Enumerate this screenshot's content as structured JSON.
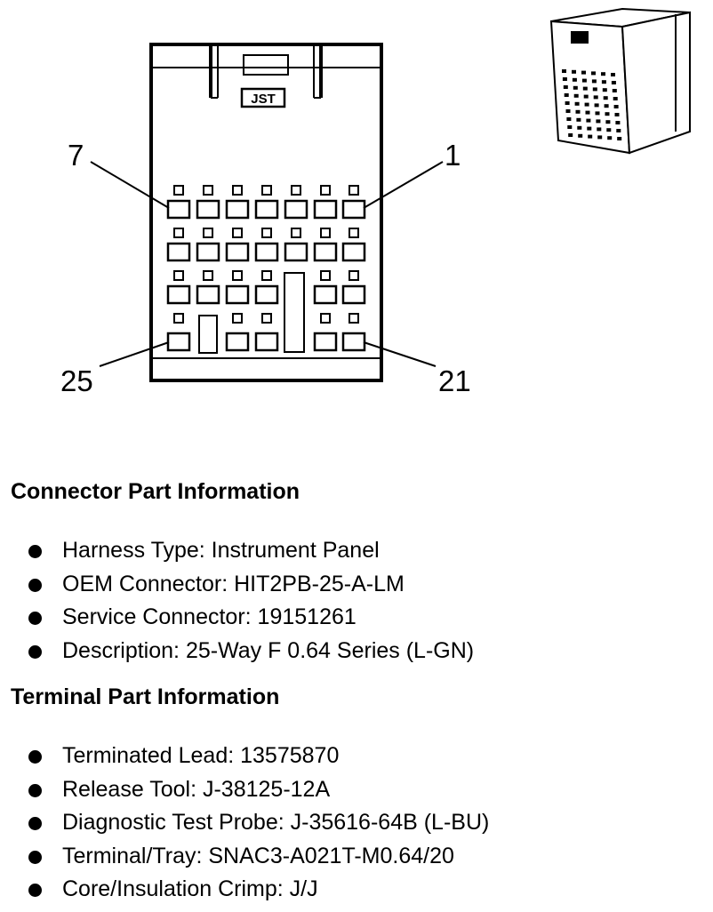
{
  "diagram": {
    "logo_text": "JST",
    "pin_labels": {
      "top_left": "7",
      "top_right": "1",
      "bottom_left": "25",
      "bottom_right": "21"
    }
  },
  "connector_section": {
    "title": "Connector Part Information",
    "items": [
      "Harness Type: Instrument Panel",
      "OEM Connector: HIT2PB-25-A-LM",
      "Service Connector: 19151261",
      "Description: 25-Way F 0.64 Series (L-GN)"
    ]
  },
  "terminal_section": {
    "title": "Terminal Part Information",
    "items": [
      "Terminated Lead: 13575870",
      "Release Tool: J-38125-12A",
      "Diagnostic Test Probe: J-35616-64B (L-BU)",
      "Terminal/Tray: SNAC3-A021T-M0.64/20",
      "Core/Insulation Crimp: J/J"
    ]
  }
}
